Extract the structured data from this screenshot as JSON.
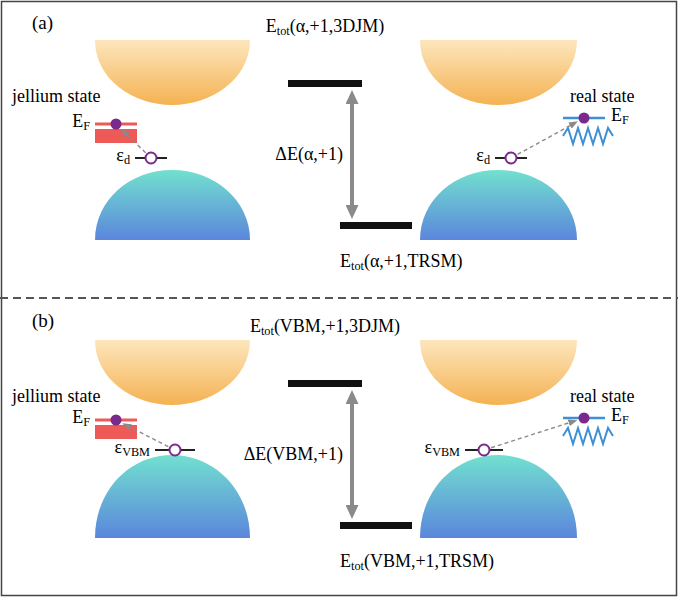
{
  "diagram": {
    "nodes": [
      {
        "text": [
          "(a)"
        ]
      },
      {
        "text": [
          "Etot(α,+1,3DJM)"
        ],
        "in": 0
      },
      {
        "text": [
          "Etot(α,+1,TRSM)"
        ],
        "in": 0
      },
      {
        "text": [
          "εd"
        ],
        "in": 0
      },
      {
        "text": [
          "EF"
        ],
        "in": 0
      },
      {
        "text": [
          "εd"
        ],
        "in": 0
      },
      {
        "text": [
          "EF"
        ],
        "in": 0
      },
      {
        "text": [
          "(b)"
        ]
      },
      {
        "text": [
          "Etot(VBM,+1,3DJM)"
        ],
        "in": 7
      },
      {
        "text": [
          "Etot(VBM,+1,TRSM)"
        ],
        "in": 7
      },
      {
        "text": [
          "εVBM"
        ],
        "in": 7
      },
      {
        "text": [
          "EF"
        ],
        "in": 7
      },
      {
        "text": [
          "εVBM"
        ],
        "in": 7
      },
      {
        "text": [
          "EF"
        ],
        "in": 7
      }
    ],
    "edges": [
      {
        "from": 1,
        "to": 2,
        "arrow": "both",
        "label": "ΔE(α,+1)"
      },
      {
        "from": 3,
        "to": 4,
        "arrow": "to"
      },
      {
        "from": 5,
        "to": 6,
        "arrow": "to"
      },
      {
        "from": 8,
        "to": 9,
        "arrow": "both",
        "label": "ΔE(VBM,+1)"
      },
      {
        "from": 10,
        "to": 11,
        "arrow": "to"
      },
      {
        "from": 12,
        "to": 13,
        "arrow": "to"
      }
    ],
    "labels": [
      "jellium state",
      "real state",
      "jellium state",
      "real state"
    ]
  }
}
